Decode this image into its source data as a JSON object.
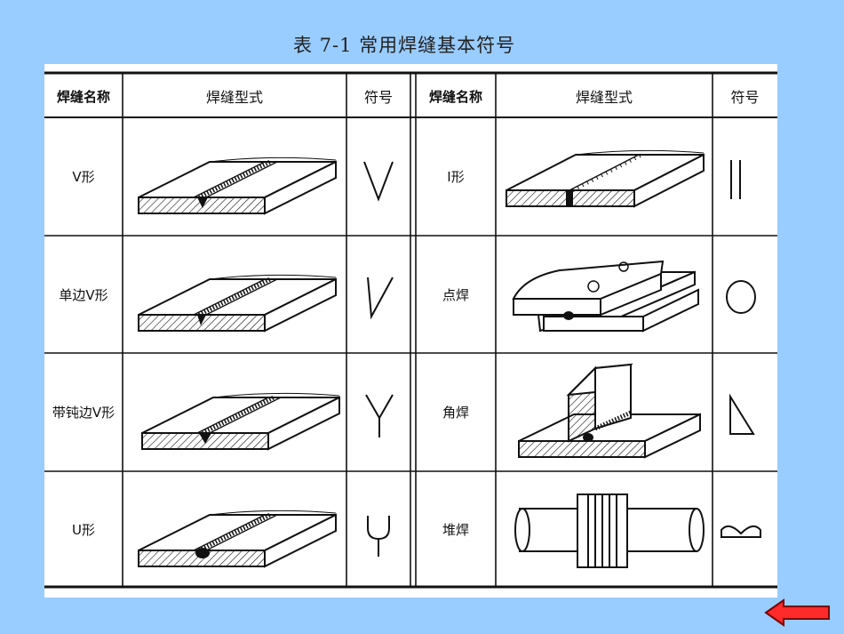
{
  "title": "表 7-1   常用焊缝基本符号",
  "table": {
    "headers": [
      "焊缝名称",
      "焊缝型式",
      "符号",
      "焊缝名称",
      "焊缝型式",
      "符号"
    ],
    "left_rows": [
      {
        "name": "V形",
        "symbol_icon": "v-groove-symbol-icon"
      },
      {
        "name": "单边V形",
        "symbol_icon": "bevel-groove-symbol-icon"
      },
      {
        "name": "带钝边V形",
        "symbol_icon": "y-groove-symbol-icon"
      },
      {
        "name": "U形",
        "symbol_icon": "u-groove-symbol-icon"
      }
    ],
    "right_rows": [
      {
        "name": "I形",
        "symbol_icon": "square-groove-symbol-icon"
      },
      {
        "name": "点焊",
        "symbol_icon": "spot-weld-symbol-icon"
      },
      {
        "name": "角焊",
        "symbol_icon": "fillet-weld-symbol-icon"
      },
      {
        "name": "堆焊",
        "symbol_icon": "surfacing-weld-symbol-icon"
      }
    ]
  },
  "colors": {
    "background": "#99ccff",
    "sheet": "#ffffff",
    "arrow": "#ff2a2a"
  },
  "nav": {
    "arrow_icon": "back-arrow-icon"
  }
}
